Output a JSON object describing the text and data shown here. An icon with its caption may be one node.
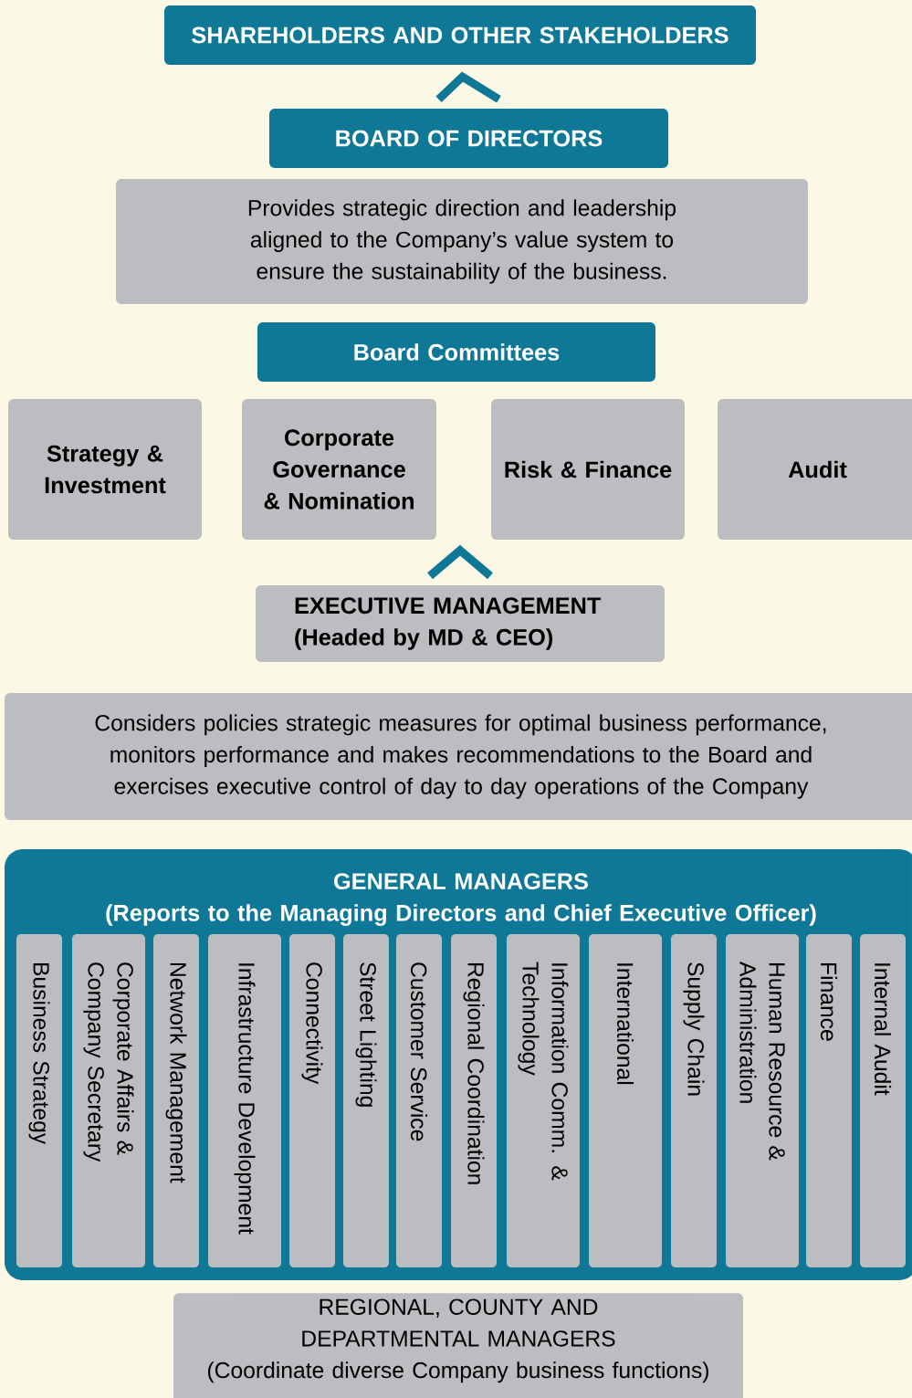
{
  "diagram": {
    "nodes": [
      {
        "text": [
          "SHAREHOLDERS AND OTHER STAKEHOLDERS"
        ]
      },
      {
        "text": [
          "BOARD OF DIRECTORS"
        ]
      },
      {
        "text": [
          "Provides strategic direction and leadership aligned to the Company’s value system to ensure the sustainability of the business."
        ]
      },
      {
        "text": [
          "Board Committees"
        ]
      },
      {
        "text": [
          "Strategy & Investment"
        ]
      },
      {
        "text": [
          "Corporate Governance & Nomination"
        ]
      },
      {
        "text": [
          "Risk & Finance"
        ]
      },
      {
        "text": [
          "Audit"
        ]
      },
      {
        "text": [
          "EXECUTIVE MANAGEMENT",
          "(Headed by MD & CEO)"
        ]
      },
      {
        "text": [
          "Considers policies strategic measures for optimal business performance, monitors performance and makes recommendations to the Board and exercises executive control of day to day operations of the Company"
        ]
      },
      {
        "text": [
          "GENERAL MANAGERS",
          "(Reports to the Managing Directors and Chief Executive Officer)"
        ]
      },
      {
        "text": [
          "Business Strategy"
        ],
        "in": 10
      },
      {
        "text": [
          "Corporate Affairs & Company Secretary"
        ],
        "in": 10
      },
      {
        "text": [
          "Network Management"
        ],
        "in": 10
      },
      {
        "text": [
          "Infrastructure Development"
        ],
        "in": 10
      },
      {
        "text": [
          "Connectivity"
        ],
        "in": 10
      },
      {
        "text": [
          "Street Lighting"
        ],
        "in": 10
      },
      {
        "text": [
          "Customer Service"
        ],
        "in": 10
      },
      {
        "text": [
          "Regional Coordination"
        ],
        "in": 10
      },
      {
        "text": [
          "Information Comm. & Technology"
        ],
        "in": 10
      },
      {
        "text": [
          "International"
        ],
        "in": 10
      },
      {
        "text": [
          "Supply Chain"
        ],
        "in": 10
      },
      {
        "text": [
          "Human Resource & Administration"
        ],
        "in": 10
      },
      {
        "text": [
          "Finance"
        ],
        "in": 10
      },
      {
        "text": [
          "Internal Audit"
        ],
        "in": 10
      },
      {
        "text": [
          "REGIONAL, COUNTY AND DEPARTMENTAL MANAGERS",
          "(Coordinate diverse Company business functions)"
        ]
      }
    ],
    "edges": [
      {
        "from": 1,
        "to": 0,
        "arrow": "to"
      },
      {
        "from": 8,
        "to": null,
        "arrow": "to"
      }
    ]
  }
}
